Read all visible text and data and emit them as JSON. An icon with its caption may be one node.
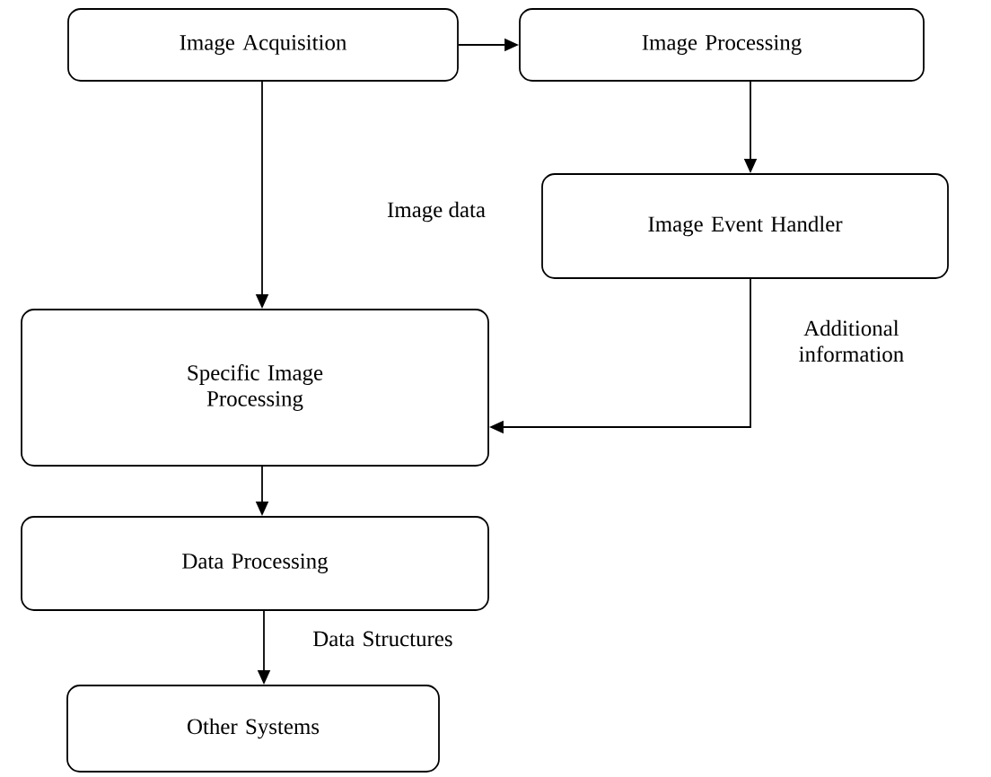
{
  "diagram": {
    "nodes": [
      {
        "text": [
          "Image Acquisition"
        ]
      },
      {
        "text": [
          "Image Processing"
        ]
      },
      {
        "text": [
          "Image Event Handler"
        ]
      },
      {
        "text": [
          "Specific Image Processing"
        ]
      },
      {
        "text": [
          "Data Processing"
        ]
      },
      {
        "text": [
          "Other Systems"
        ]
      }
    ],
    "edges": [
      {
        "from": 0,
        "to": 1,
        "arrow": "to"
      },
      {
        "from": 1,
        "to": 2,
        "arrow": "to"
      },
      {
        "from": 0,
        "to": 3,
        "arrow": "to"
      },
      {
        "from": 2,
        "to": 3,
        "arrow": "to",
        "label": "Additional information"
      },
      {
        "from": 3,
        "to": 4,
        "arrow": "to"
      },
      {
        "from": 4,
        "to": 5,
        "arrow": "to",
        "label": "Data Structures"
      }
    ],
    "labels": [
      "Image data"
    ]
  }
}
